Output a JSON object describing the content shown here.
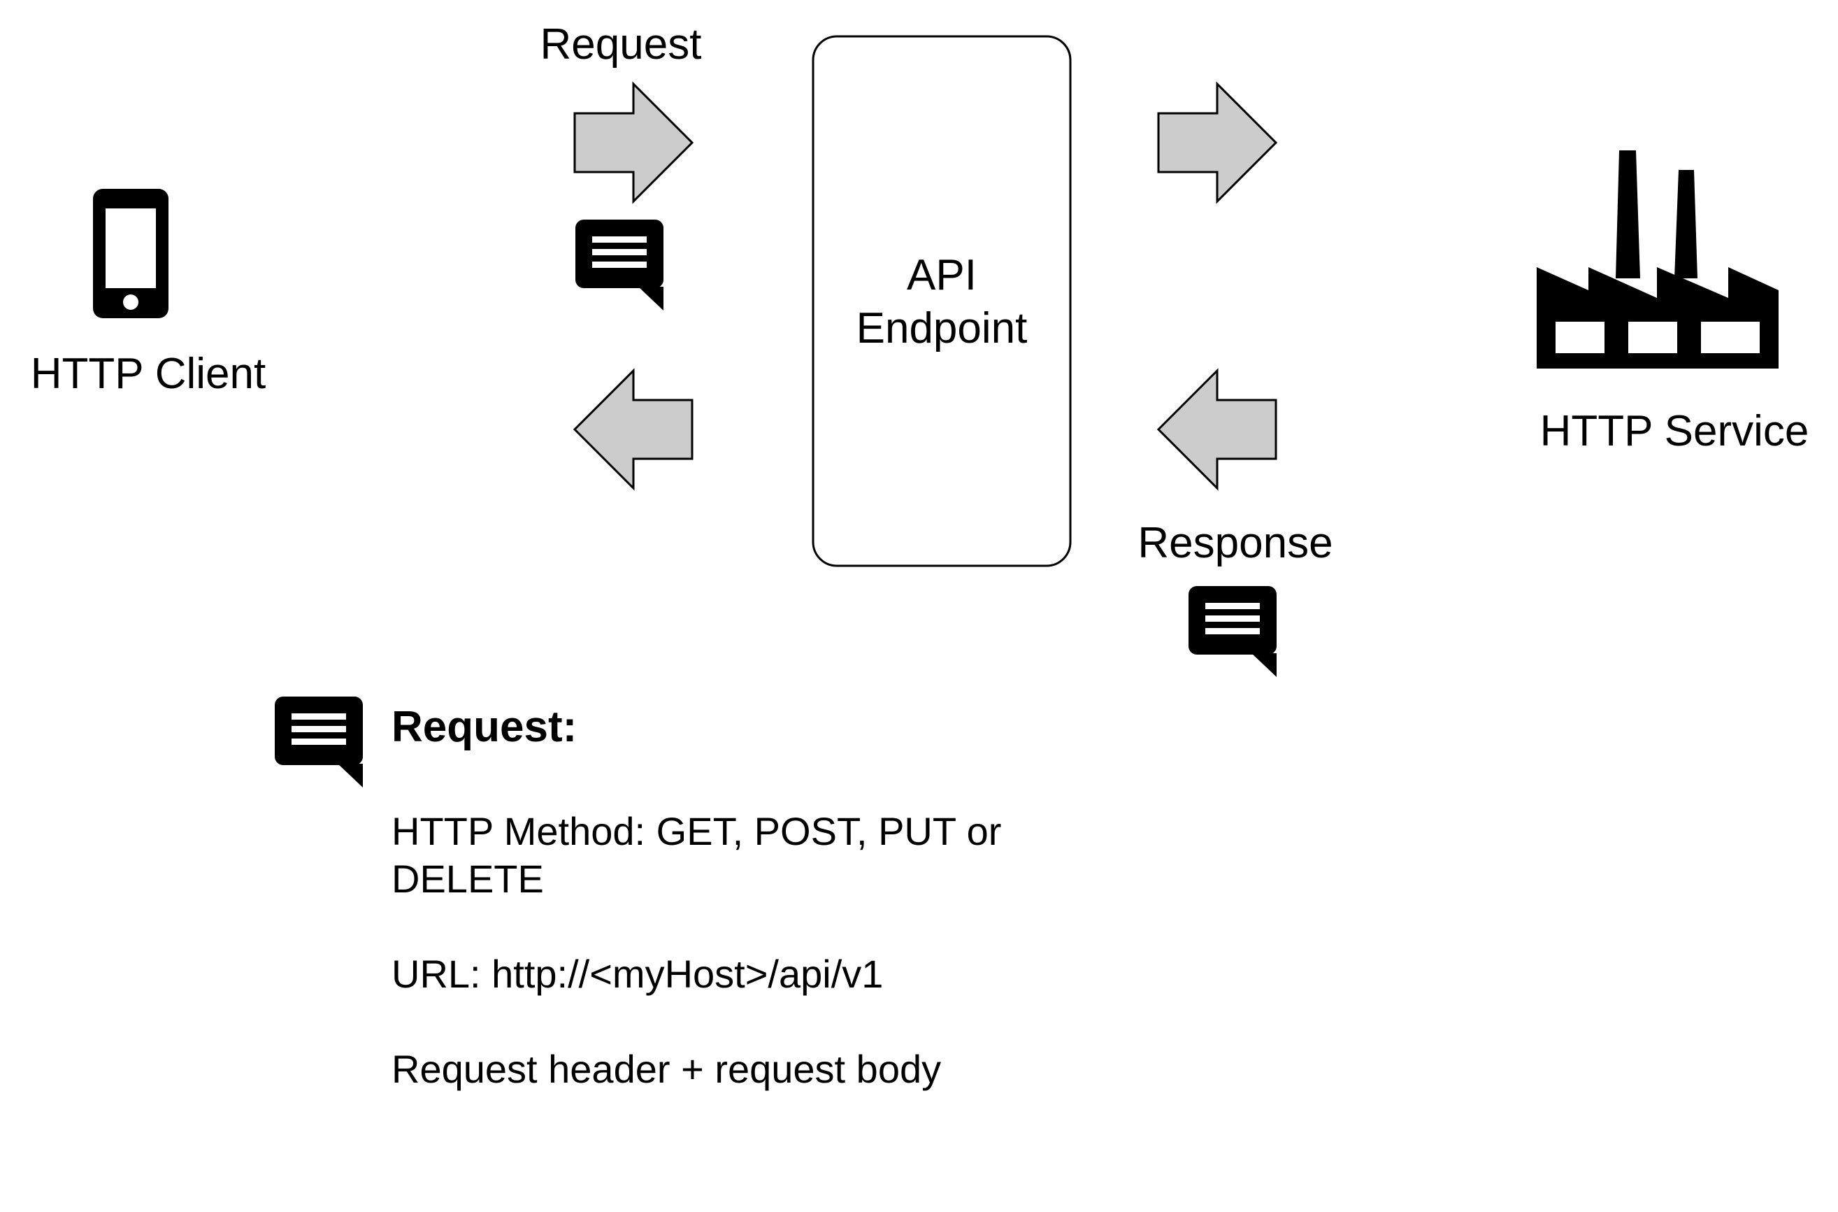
{
  "diagram": {
    "client": {
      "label": "HTTP Client",
      "icon": "smartphone-icon"
    },
    "endpoint": {
      "line1": "API",
      "line2": "Endpoint"
    },
    "service": {
      "label": "HTTP Service",
      "icon": "factory-icon"
    },
    "request_label": "Request",
    "response_label": "Response",
    "message_icon": "message-icon",
    "arrow_fill": "#cccccc",
    "details": {
      "title": "Request:",
      "method_line1": "HTTP Method: GET, POST, PUT or",
      "method_line2": "DELETE",
      "url": "URL: http://<myHost>/api/v1",
      "body": "Request header + request body"
    }
  }
}
